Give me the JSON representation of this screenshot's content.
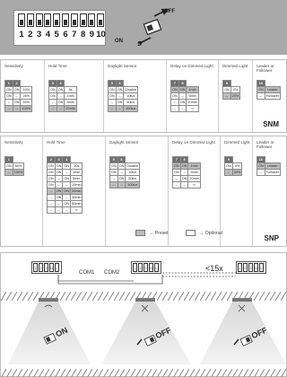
{
  "header": {
    "dip_numbers": [
      "1",
      "2",
      "3",
      "4",
      "5",
      "6",
      "7",
      "8",
      "9",
      "10"
    ],
    "off_label": "OFF",
    "on_label": "ON",
    "switch_label": "1"
  },
  "snm": {
    "tag": "SNM",
    "groups": [
      {
        "heading": "Sensitivity",
        "cols": [
          "1",
          "2"
        ],
        "rows": [
          [
            "ON",
            "ON",
            "10%"
          ],
          [
            "ON",
            "–",
            "25%"
          ],
          [
            "–",
            "ON",
            "50%"
          ],
          [
            "–",
            "–",
            "100%"
          ]
        ],
        "preset_row": 3
      },
      {
        "heading": "Hold Time",
        "cols": [
          "3",
          "4"
        ],
        "rows": [
          [
            "ON",
            "ON",
            "5s"
          ],
          [
            "ON",
            "–",
            "1min"
          ],
          [
            "–",
            "ON",
            "5min"
          ],
          [
            "–",
            "–",
            "20min"
          ]
        ],
        "preset_row": 3
      },
      {
        "heading": "Daylight Sensor",
        "cols": [
          "5",
          "6"
        ],
        "rows": [
          [
            "ON",
            "ON",
            "Disable"
          ],
          [
            "ON",
            "–",
            "10lux"
          ],
          [
            "–",
            "ON",
            "50lux"
          ],
          [
            "–",
            "–",
            "100lux"
          ]
        ],
        "preset_row": 3
      },
      {
        "heading": "Delay on Dimmed Light",
        "cols": [
          "7",
          "8"
        ],
        "rows": [
          [
            "ON",
            "ON",
            "1min"
          ],
          [
            "ON",
            "–",
            "5min"
          ],
          [
            "–",
            "ON",
            "20min"
          ],
          [
            "–",
            "–",
            "∞"
          ]
        ],
        "preset_row": 0
      },
      {
        "heading": "Dimmed Light",
        "cols": [
          "9"
        ],
        "rows": [
          [
            "ON",
            "0%"
          ],
          [
            "–",
            "20%"
          ]
        ],
        "preset_row": 1
      },
      {
        "heading": "Leader or Follower",
        "cols": [
          "10"
        ],
        "rows": [
          [
            "ON",
            "Leader"
          ],
          [
            "–",
            "Follower"
          ]
        ],
        "preset_row": 0
      }
    ]
  },
  "snp": {
    "tag": "SNP",
    "groups": [
      {
        "heading": "Sensitivity",
        "cols": [
          "1"
        ],
        "rows": [
          [
            "ON",
            "50%"
          ],
          [
            "–",
            "100%"
          ]
        ],
        "preset_row": 1
      },
      {
        "heading": "Hold Time",
        "cols": [
          "2",
          "3",
          "4"
        ],
        "rows": [
          [
            "ON",
            "ON",
            "ON",
            "30s"
          ],
          [
            "ON",
            "ON",
            "–",
            "1min"
          ],
          [
            "ON",
            "–",
            "ON",
            "5min"
          ],
          [
            "ON",
            "–",
            "–",
            "10min"
          ],
          [
            "–",
            "ON",
            "ON",
            "20min"
          ],
          [
            "–",
            "ON",
            "–",
            "30min"
          ],
          [
            "–",
            "–",
            "ON",
            "60min"
          ],
          [
            "–",
            "–",
            "–",
            "∞"
          ]
        ],
        "preset_row": 4
      },
      {
        "heading": "Daylight Sensor",
        "cols": [
          "5",
          "6"
        ],
        "rows": [
          [
            "ON",
            "ON",
            "Disable"
          ],
          [
            "ON",
            "–",
            "10lux"
          ],
          [
            "–",
            "ON",
            "50lux"
          ],
          [
            "–",
            "–",
            "100lux"
          ]
        ],
        "preset_row": 3
      },
      {
        "heading": "Delay on Dimmed Light",
        "cols": [
          "7",
          "8"
        ],
        "rows": [
          [
            "ON",
            "ON",
            "1min"
          ],
          [
            "ON",
            "–",
            "5min"
          ],
          [
            "–",
            "ON",
            "20min"
          ],
          [
            "–",
            "–",
            "∞"
          ]
        ],
        "preset_row": 0
      },
      {
        "heading": "Dimmed Light",
        "cols": [
          "9"
        ],
        "rows": [
          [
            "ON",
            "0%"
          ],
          [
            "–",
            "20%"
          ]
        ],
        "preset_row": 1
      },
      {
        "heading": "Leader or Follower",
        "cols": [
          "10"
        ],
        "rows": [
          [
            "ON",
            "Leader"
          ],
          [
            "–",
            "Follower"
          ]
        ],
        "preset_row": 0
      }
    ],
    "legend_preset": "→ Preset",
    "legend_optional": "→ Optional"
  },
  "wiring": {
    "terminal_labels": [
      "1",
      "2",
      "3",
      "N",
      "L"
    ],
    "com1": "COM1",
    "com2": "COM2",
    "limit": "<15x",
    "lamp_states": [
      "ON",
      "OFF",
      "OFF"
    ]
  },
  "colors": {
    "header_bg": "#a9a9a9",
    "table_head": "#6f6f6f",
    "preset_fill": "#bcbcbc"
  }
}
